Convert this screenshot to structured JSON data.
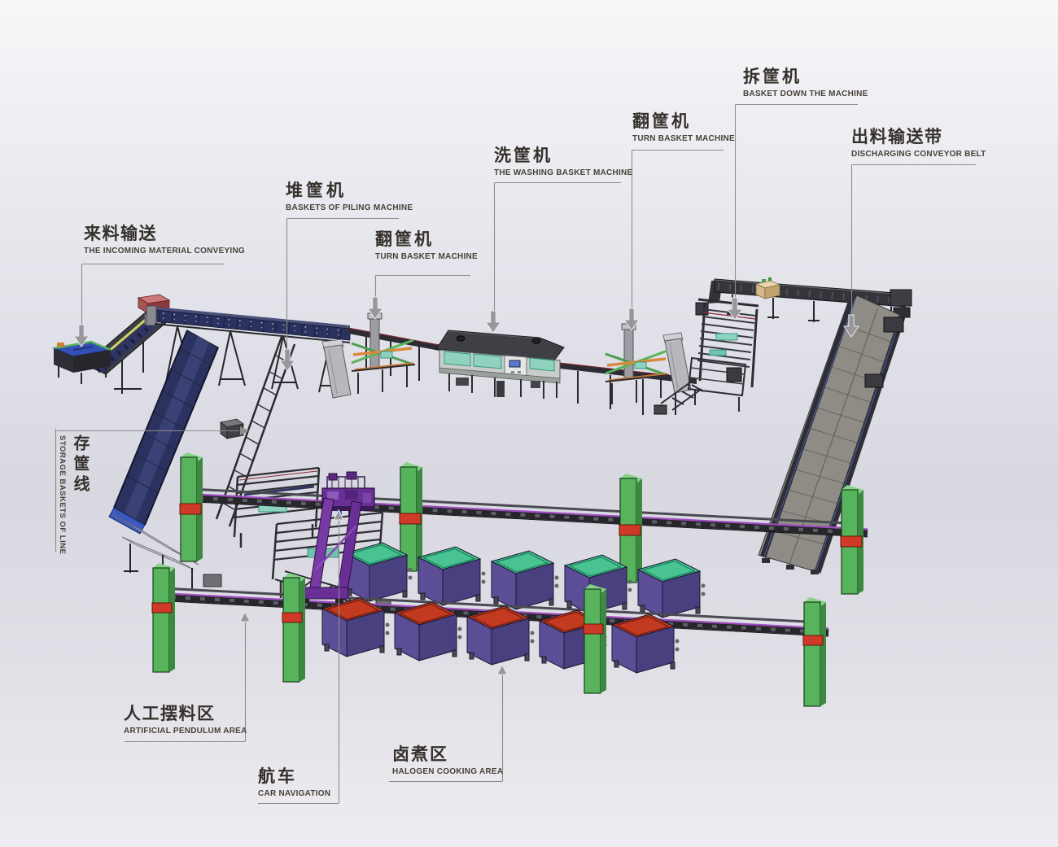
{
  "diagram_type": "production-line-layout",
  "labels": {
    "incoming": {
      "zh": "来料输送",
      "en": "THE INCOMING MATERIAL CONVEYING"
    },
    "piling": {
      "zh": "堆筐机",
      "en": "BASKETS OF PILING MACHINE"
    },
    "turn_left": {
      "zh": "翻筐机",
      "en": "TURN BASKET MACHINE"
    },
    "washing": {
      "zh": "洗筐机",
      "en": "THE WASHING BASKET MACHINE"
    },
    "turn_right": {
      "zh": "翻筐机",
      "en": "TURN BASKET MACHINE"
    },
    "basket_down": {
      "zh": "拆筐机",
      "en": "BASKET DOWN THE MACHINE"
    },
    "discharging": {
      "zh": "出料输送带",
      "en": "DISCHARGING CONVEYOR BELT"
    },
    "storage_line": {
      "zh": "存筐线",
      "en": "STORAGE BASKETS OF LINE"
    },
    "pendulum": {
      "zh": "人工摆料区",
      "en": "ARTIFICIAL PENDULUM AREA"
    },
    "car": {
      "zh": "航车",
      "en": "CAR NAVIGATION"
    },
    "halogen": {
      "zh": "卤煮区",
      "en": "HALOGEN COOKING AREA"
    }
  },
  "palette": {
    "background_top": "#f7f6f8",
    "background_mid": "#d8d8e1",
    "background_bottom": "#efedf1",
    "label_text": "#35302b",
    "label_subtext": "#474139",
    "leader_line": "#8f8b86",
    "arrow_gray": "#96969c",
    "conveyor_navy": "#2c3260",
    "belt_gray": "#8f8c85",
    "pillar_green": "#57b35c",
    "rail_magenta": "#a04cc0",
    "gantry_purple": "#6a2f96",
    "tank_body_purple": "#5b4d96",
    "tank_top_teal": "#49c392",
    "tank_top_red": "#c23a20",
    "machine_panel_teal": "#8fd2c0",
    "accent_orange": "#d98a3a",
    "red_block": "#cf3a28",
    "chute_gray": "#b7b7bc",
    "crate_beige": "#e3cfa4",
    "cap_pink": "#cc7a76"
  }
}
